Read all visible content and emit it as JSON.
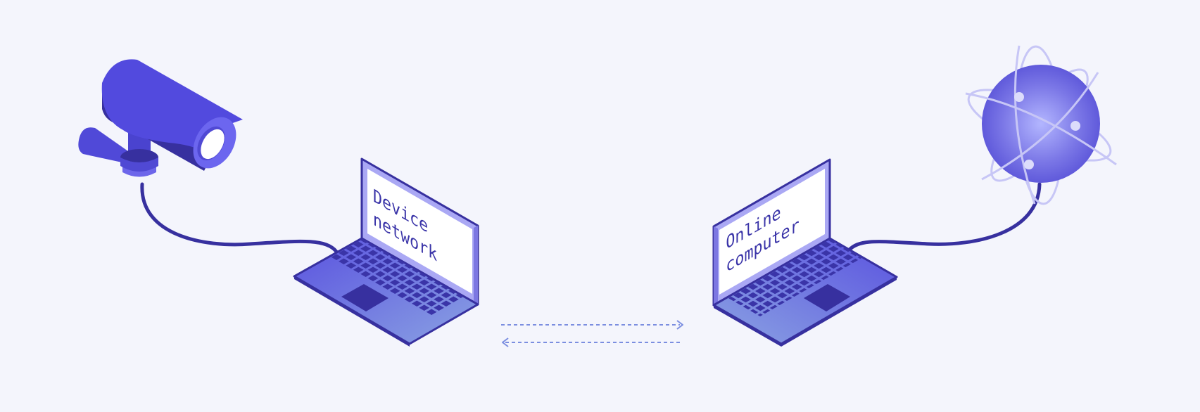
{
  "left_laptop": {
    "screen_line1": "Device",
    "screen_line2": "network"
  },
  "right_laptop": {
    "screen_line1": "Online",
    "screen_line2": "computer"
  },
  "icons": [
    "security-camera-icon",
    "laptop-icon",
    "laptop-icon",
    "globe-network-icon"
  ],
  "colors": {
    "background": "#f4f5fc",
    "primary": "#524ade",
    "dark": "#37309f",
    "light": "#aaa8f4",
    "screen": "#ffffff",
    "arrow": "#7b8ee0"
  }
}
